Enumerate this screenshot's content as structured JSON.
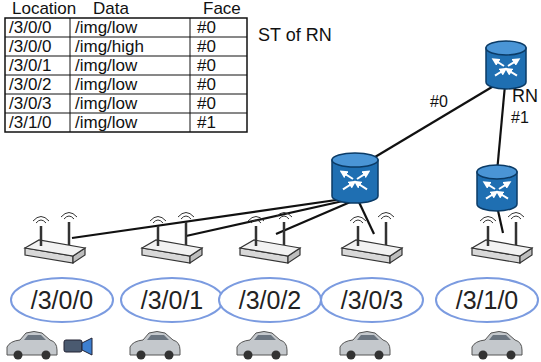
{
  "diagram": {
    "nodes": [
      {
        "text": [
          "/3/0/0"
        ]
      },
      {
        "text": [
          "/3/0/1"
        ]
      },
      {
        "text": [
          "/3/0/2"
        ]
      },
      {
        "text": [
          "/3/0/3"
        ]
      },
      {
        "text": [
          "/3/1/0"
        ]
      }
    ],
    "labels": [
      "Location",
      "Data",
      "Face",
      "/3/0/0",
      "/img/low",
      "#0",
      "/3/0/0",
      "/img/high",
      "#0",
      "/3/0/1",
      "/img/low",
      "#0",
      "/3/0/2",
      "/img/low",
      "#0",
      "/3/0/3",
      "/img/low",
      "#0",
      "/3/1/0",
      "/img/low",
      "#1",
      "ST of RN",
      "RN",
      "#0",
      "#1"
    ]
  }
}
